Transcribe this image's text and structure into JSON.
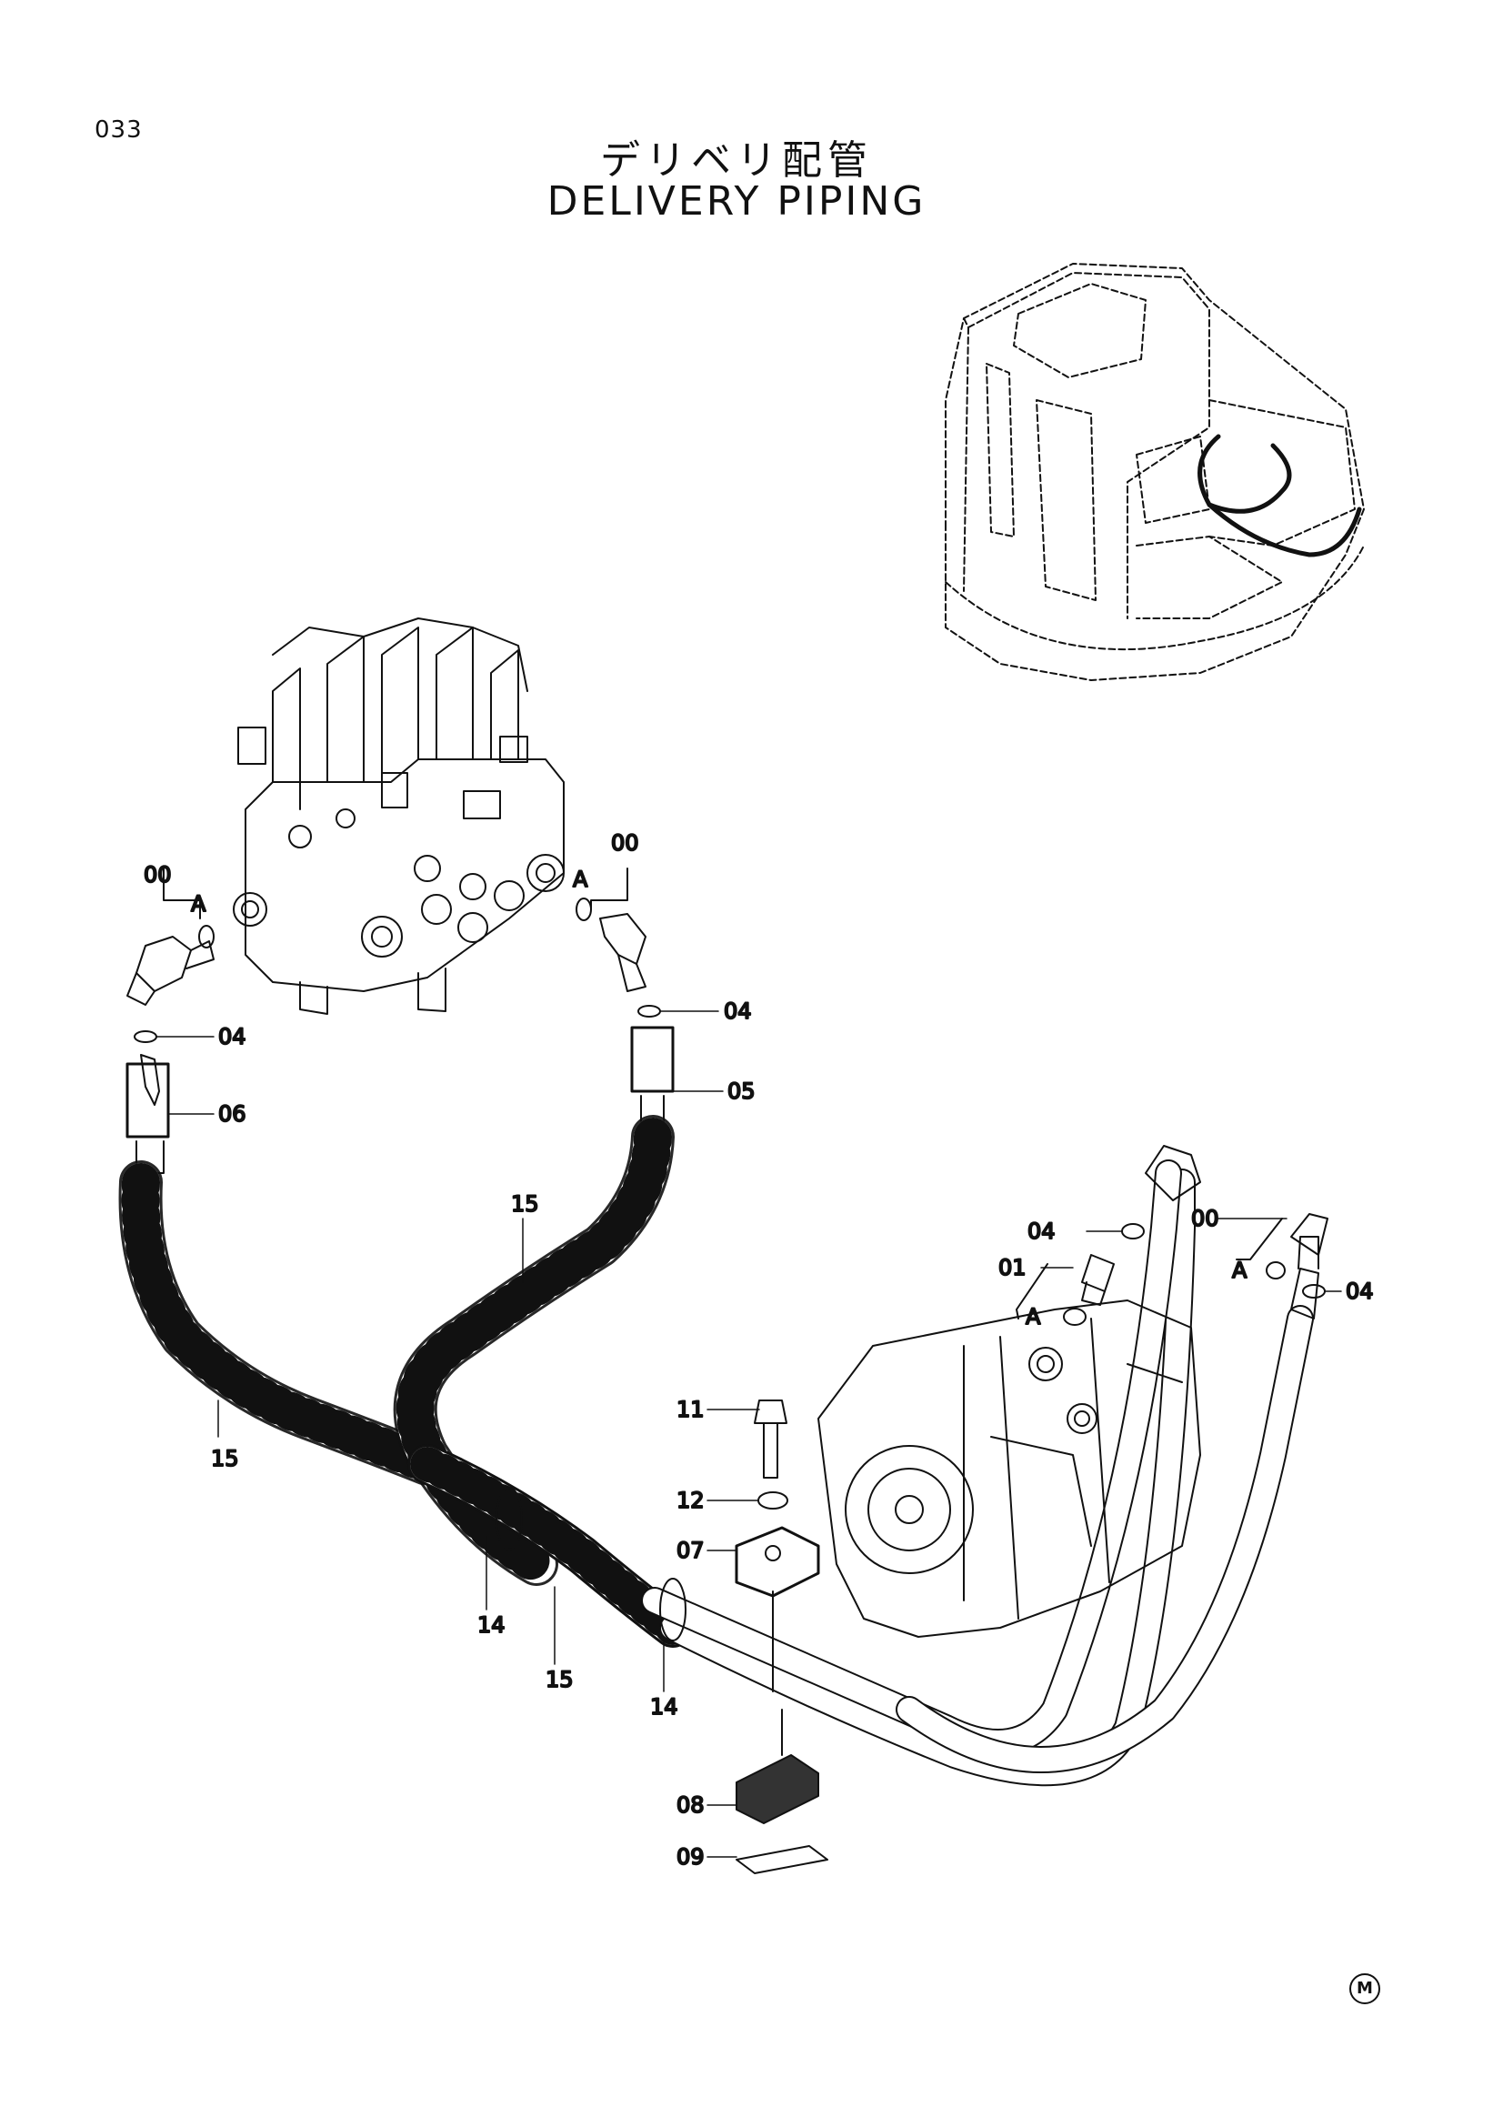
{
  "page": {
    "number": "033",
    "title_jp": "デリベリ配管",
    "title_en": "DELIVERY  PIPING",
    "maker_mark": "M"
  },
  "callouts": {
    "c00_left": "00",
    "a_left": "A",
    "c00_mid": "00",
    "a_mid": "A",
    "c04_left": "04",
    "c04_mid": "04",
    "c06": "06",
    "c05": "05",
    "c15_top": "15",
    "c15_left": "15",
    "c15_bottom": "15",
    "c14_left": "14",
    "c14_right": "14",
    "c11": "11",
    "c12": "12",
    "c07": "07",
    "c08": "08",
    "c09": "09",
    "c04_pump_a": "04",
    "c01": "01",
    "a_pump_a": "A",
    "c00_pump": "00",
    "a_pump_b": "A",
    "c04_pump_b": "04"
  }
}
